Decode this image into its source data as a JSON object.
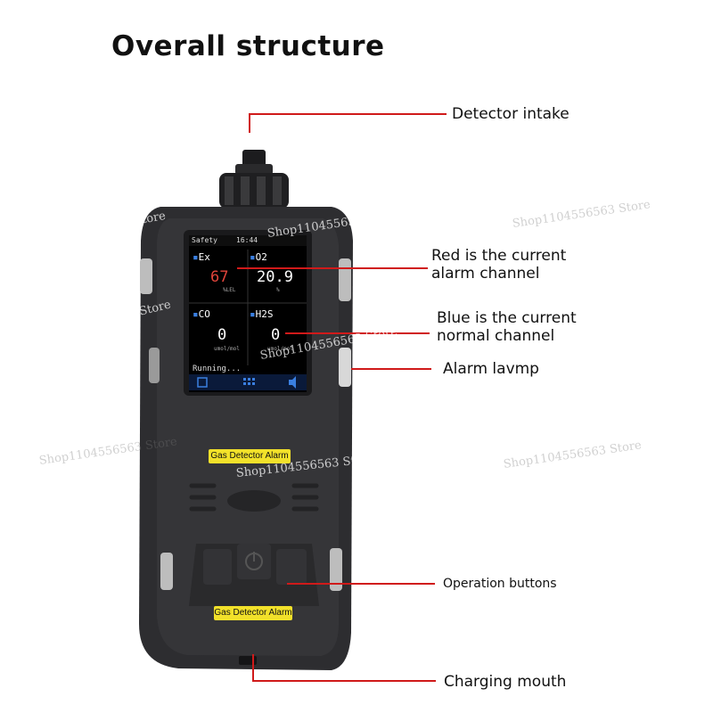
{
  "title": "Overall structure",
  "callouts": {
    "intake": "Detector intake",
    "red_line1": "Red is the current",
    "red_line2": "alarm channel",
    "blue_line1": "Blue is the current",
    "blue_line2": "normal channel",
    "alarm_lamp": "Alarm lavmp",
    "buttons": "Operation buttons",
    "charging": "Charging mouth"
  },
  "screen": {
    "status_left": "Safety",
    "time": "16:44",
    "ch1_name": "Ex",
    "ch1_value": "67",
    "ch1_unit": "%LEL",
    "ch2_name": "O2",
    "ch2_value": "20.9",
    "ch2_unit": "%",
    "ch3_name": "CO",
    "ch3_value": "0",
    "ch3_unit": "umol/mol",
    "ch4_name": "H2S",
    "ch4_value": "0",
    "ch4_unit": "umol/mol",
    "status_bottom": "Running..."
  },
  "device_labels": {
    "upper": "Gas Detector Alarm",
    "lower": "Gas Detector Alarm"
  },
  "watermarks": {
    "w1": "Shop1104556563 Store",
    "w2": "Shop1104556563 Store",
    "w3": "Shop1104556563 Store",
    "w4": "Shop1104556563 Store",
    "w5": "Shop1104556563 Store",
    "w6": "Shop1104556563 Store",
    "w7": "Shop1104556563 Store",
    "w8": "Shop1104556563 Store"
  },
  "colors": {
    "alarm_red": "#e0443a",
    "normal_blue": "#3a7fe0",
    "leader_red": "#d01a1a",
    "body": "#2b2b2d",
    "label_yellow": "#f2e12a"
  }
}
